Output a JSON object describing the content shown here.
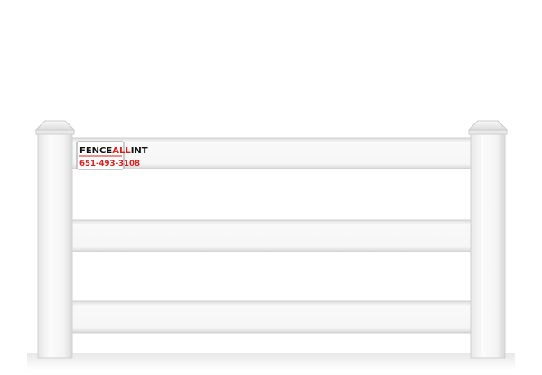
{
  "sign": {
    "brand_left": "FENCE",
    "brand_mid": "ALL",
    "brand_right": "INT",
    "phone": "651-493-3108"
  },
  "colors": {
    "background": "#ffffff",
    "vinyl_white": "#f4f4f4",
    "vinyl_shadow": "#d9d9d9",
    "sign_red": "#d7201e",
    "sign_black": "#111111"
  }
}
